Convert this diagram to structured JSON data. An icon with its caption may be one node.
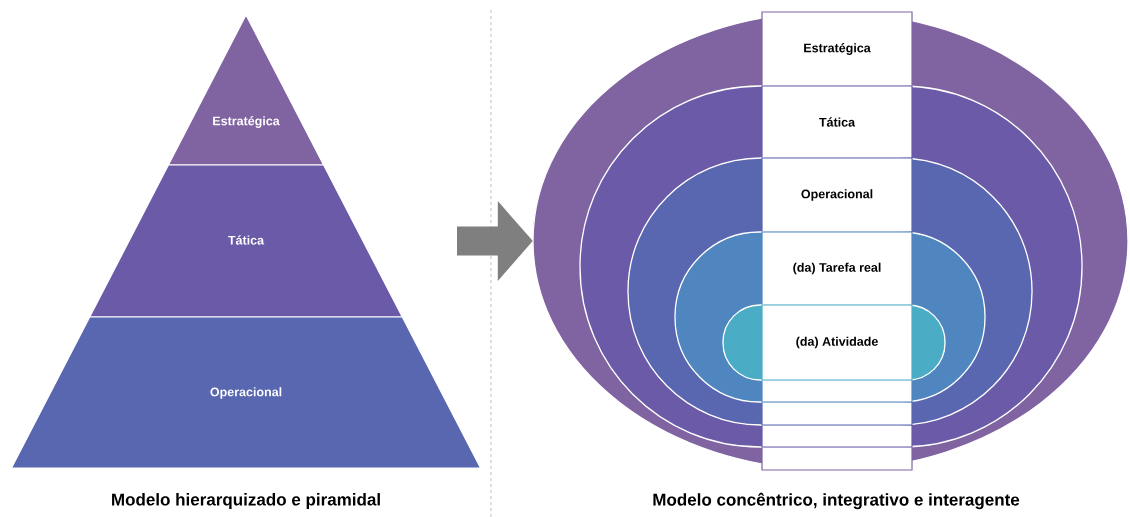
{
  "diagram": {
    "nodes": [
      {
        "text": [
          "Estratégica"
        ]
      },
      {
        "text": [
          "Tática"
        ]
      },
      {
        "text": [
          "Operacional"
        ]
      },
      {
        "text": [
          "Estratégica"
        ]
      },
      {
        "text": [
          "Tática"
        ],
        "in": 3
      },
      {
        "text": [
          "Operacional"
        ],
        "in": 4
      },
      {
        "text": [
          "(da) Tarefa real"
        ],
        "in": 5
      },
      {
        "text": [
          "(da) Atividade"
        ],
        "in": 6
      }
    ],
    "edges": [
      {
        "from": null,
        "to": 3,
        "arrow": "to"
      }
    ],
    "labels": [
      "Modelo hierarquizado e piramidal",
      "Modelo concêntrico, integrativo e interagente"
    ]
  }
}
